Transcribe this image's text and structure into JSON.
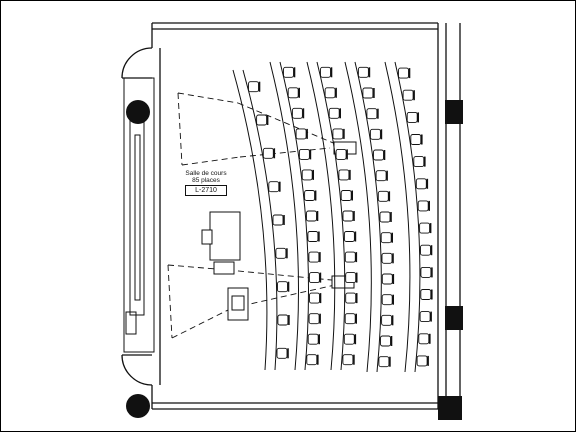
{
  "room": {
    "title": "Salle de cours",
    "capacity": "85 places",
    "code": "L-2710"
  },
  "seating": {
    "row_counts": [
      9,
      15,
      15,
      15,
      14
    ]
  },
  "colors": {
    "line": "#111111",
    "column": "#111111",
    "background": "#ffffff"
  }
}
